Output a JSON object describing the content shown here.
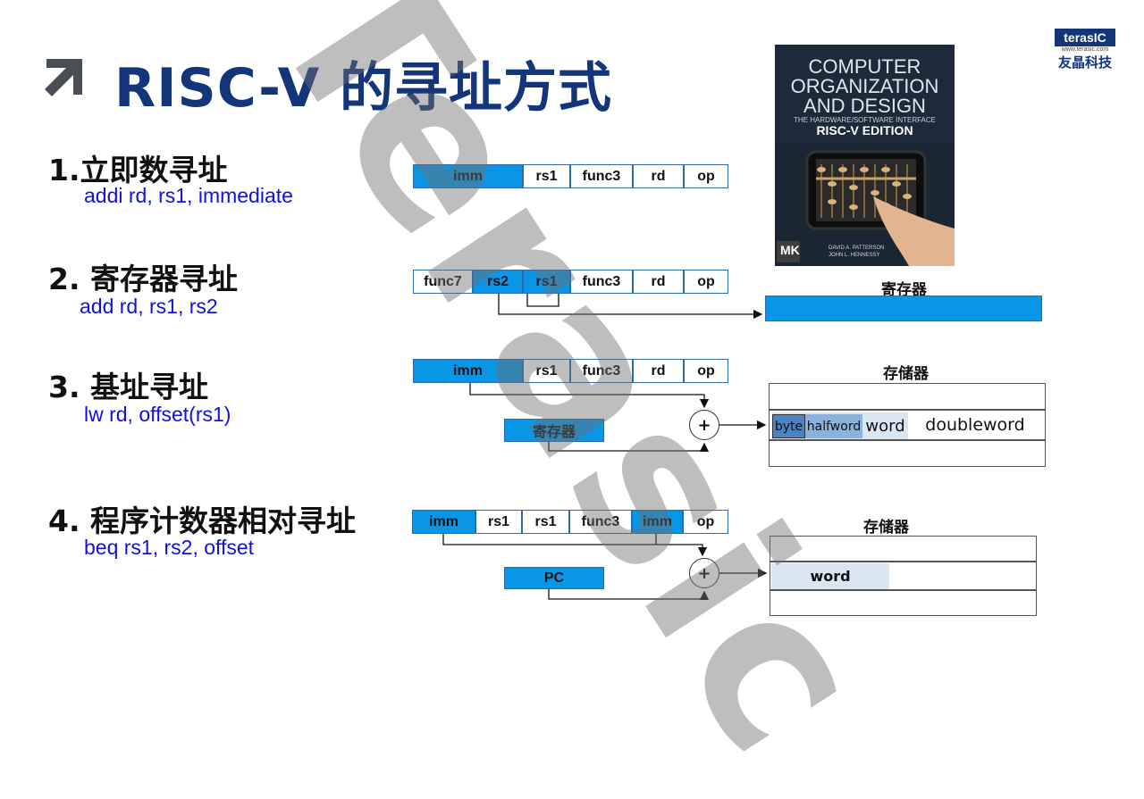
{
  "title": "RISC-V 的寻址方式",
  "logo": {
    "brand": "terasIC",
    "url": "www.terasic.com",
    "company": "友晶科技"
  },
  "book": {
    "line1": "COMPUTER",
    "line2": "ORGANIZATION",
    "line3": "AND DESIGN",
    "subtitle": "THE HARDWARE/SOFTWARE INTERFACE",
    "edition": "RISC-V EDITION",
    "publisher": "MK",
    "authors": [
      "DAVID A. PATTERSON",
      "JOHN L. HENNESSY"
    ]
  },
  "modes": [
    {
      "title": "1.立即数寻址",
      "code": "addi rd, rs1, immediate"
    },
    {
      "title": "2. 寄存器寻址",
      "code": "add rd, rs1, rs2"
    },
    {
      "title": "3. 基址寻址",
      "code": "lw rd, offset(rs1)"
    },
    {
      "title": "4. 程序计数器相对寻址",
      "code": "beq rs1, rs2, offset"
    }
  ],
  "formats": {
    "f1": [
      "imm",
      "rs1",
      "func3",
      "rd",
      "op"
    ],
    "f2": [
      "func7",
      "rs2",
      "rs1",
      "func3",
      "rd",
      "op"
    ],
    "f3": [
      "imm",
      "rs1",
      "func3",
      "rd",
      "op"
    ],
    "f4": [
      "imm",
      "rs1",
      "rs1",
      "func3",
      "imm",
      "op"
    ]
  },
  "labels": {
    "register_file": "寄存器",
    "memory": "存储器",
    "register": "寄存器",
    "pc": "PC",
    "plus": "+",
    "byte": "byte",
    "halfword": "halfword",
    "word": "word",
    "doubleword": "doubleword"
  },
  "watermark": "Terasic"
}
